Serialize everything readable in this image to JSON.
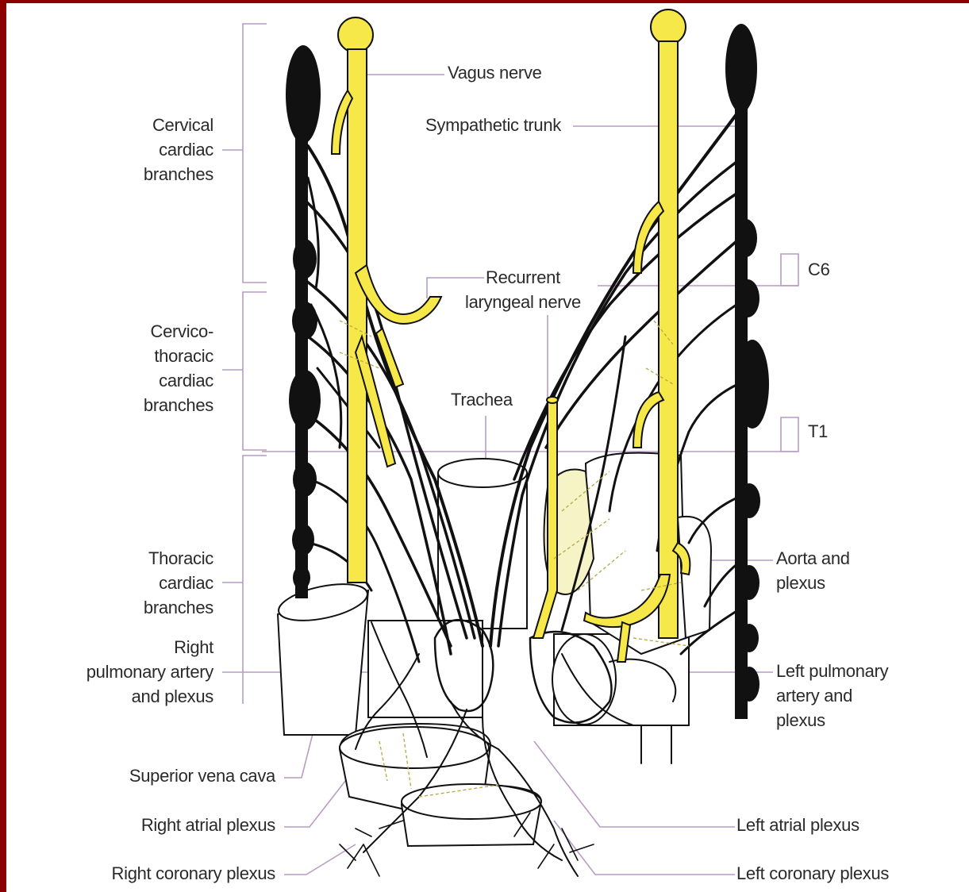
{
  "labels": {
    "vagus_nerve": "Vagus nerve",
    "sympathetic_trunk": "Sympathetic trunk",
    "cervical_cardiac_branches": "Cervical\ncardiac\nbranches",
    "recurrent_laryngeal_nerve": "Recurrent\nlaryngeal nerve",
    "c6": "C6",
    "cervicothoracic_cardiac_branches": "Cervico-\nthoracic\ncardiac\nbranches",
    "trachea": "Trachea",
    "t1": "T1",
    "thoracic_cardiac_branches": "Thoracic\ncardiac\nbranches",
    "aorta_and_plexus": "Aorta and\nplexus",
    "right_pulmonary_artery": "Right\npulmonary artery\nand plexus",
    "left_pulmonary_artery": "Left pulmonary\nartery and\nplexus",
    "superior_vena_cava": "Superior vena cava",
    "right_atrial_plexus": "Right atrial plexus",
    "left_atrial_plexus": "Left atrial plexus",
    "right_coronary_plexus": "Right coronary plexus",
    "left_coronary_plexus": "Left coronary plexus"
  },
  "colors": {
    "frame": "#8b0000",
    "background": "#ffffff",
    "nerve_yellow": "#f7e84a",
    "sympathetic_black": "#111111",
    "leader_lines": "#b79cc4"
  }
}
